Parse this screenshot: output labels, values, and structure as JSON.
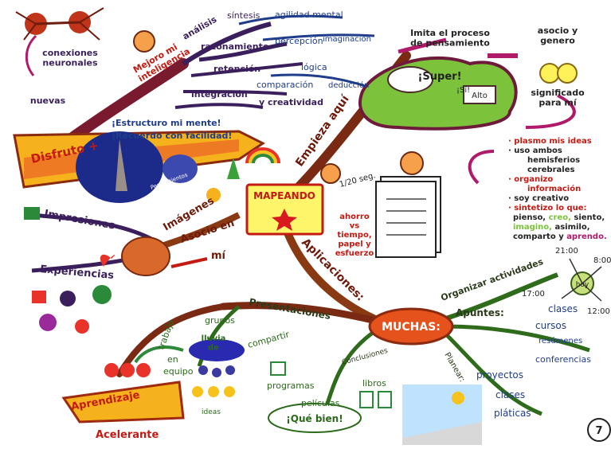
{
  "page_number": "7",
  "center": {
    "label": "MAPEANDO"
  },
  "top_left": {
    "connections": "conexiones\nneuronales",
    "new_label": "nuevas",
    "branch_intelligence": "Mejoro mi\ninteligencia",
    "analysis": "análisis",
    "synthesis": "síntesis",
    "mental_agility": "agilidad mental",
    "reasoning": "razonamiento",
    "perception": "percepción",
    "imagination": "imaginación",
    "retention": "retención",
    "comparison": "comparación",
    "logic": "lógica",
    "deduction": "deducción",
    "integration": "integración",
    "creativity": "y creatividad",
    "enjoy": "Disfruto +",
    "structure": "¡Estructuro mi mente!",
    "remember": "¡Recuerdo con facilidad!"
  },
  "top_right": {
    "starts_here": "Empieza aquí",
    "imitates": "Imita el proceso\nde pensamiento",
    "super": "¡Super!",
    "yes": "¡Sí!",
    "stop": "Alto",
    "associate": "asocio y\ngenero",
    "meaningful": "significado\npara mí",
    "list": [
      "plasmo mis ideas",
      "uso ambos",
      "hemisferios",
      "cerebrales",
      "organizo",
      "información",
      "soy creativo",
      "sintetizo lo que:"
    ],
    "list_tail_1": [
      "pienso, ",
      "creo, ",
      "siento,"
    ],
    "list_tail_2": [
      "imagino, ",
      "asimilo,"
    ],
    "list_tail_3": [
      "comparto y ",
      "aprendo."
    ]
  },
  "middle": {
    "time": "1/20 seg.",
    "saving": "ahorro\nvs\ntiempo,\npapel y\nesfuerzo",
    "thoughts": "Pensamientos",
    "images": "Imágenes",
    "associate_in": "Asocio en",
    "me": "mí",
    "impressions": "Impresiones",
    "experiences": "Experiencias"
  },
  "bottom": {
    "applications": "Aplicaciones:",
    "many": "MUCHAS:",
    "organize": "Organizar actividades",
    "today": "hoy",
    "times": [
      "21:00",
      "8:00",
      "17:00",
      "12:00"
    ],
    "notes": "Apuntes:",
    "notes_items": [
      "clases",
      "cursos",
      "resúmenes",
      "conferencias"
    ],
    "plan": "Planear:",
    "plan_items": [
      "proyectos",
      "clases",
      "pláticas"
    ],
    "conclusions": "Conclusiones",
    "books": "libros",
    "movies": "películas",
    "programs": "programas",
    "great": "¡Qué bien!",
    "presentations": "Presentaciones",
    "share": "compartir",
    "groups": "grupos",
    "brainstorm": "lluvia\nde",
    "ideas": "ideas",
    "team": "trabajo",
    "in": "en",
    "team2": "equipo",
    "learning": "Aprendizaje",
    "accelerating": "Acelerante"
  }
}
